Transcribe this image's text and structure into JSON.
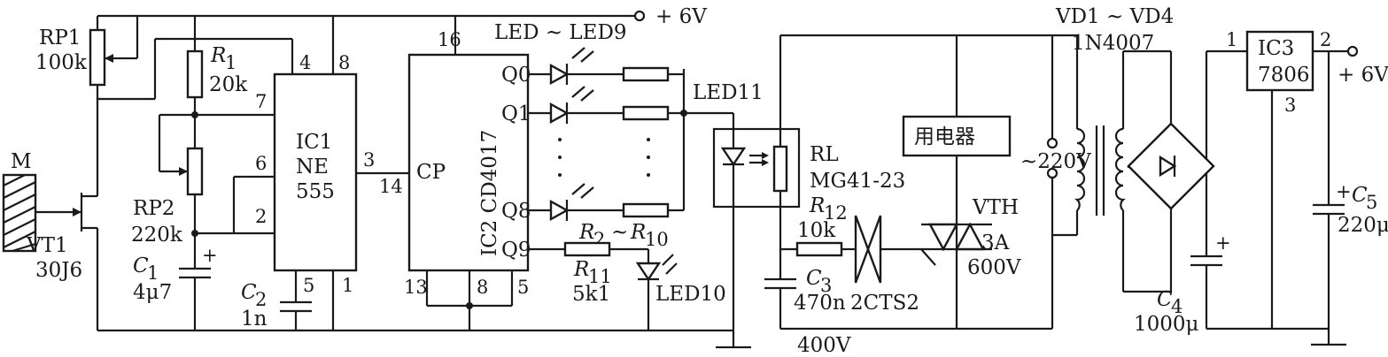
{
  "labels": {
    "supply_top": "+ 6V",
    "supply_right": "+ 6V",
    "m": "M",
    "vt1": "VT1",
    "vt1_type": "30J6",
    "rp1": "RP1",
    "rp1_val": "100k",
    "r1": "R",
    "r1_sub": "1",
    "r1_val": "20k",
    "rp2": "RP2",
    "rp2_val": "220k",
    "c1": "C",
    "c1_sub": "1",
    "c1_val": "4μ7",
    "c2": "C",
    "c2_sub": "2",
    "c2_val": "1n",
    "ic1_a": "IC1",
    "ic1_b": "NE",
    "ic1_c": "555",
    "pin_4": "4",
    "pin_8": "8",
    "pin_7": "7",
    "pin_6": "6",
    "pin_2": "2",
    "pin_3": "3",
    "pin_5": "5",
    "pin_1": "1",
    "ic2": "IC2 CD4017",
    "pin_16": "16",
    "pin_14": "14",
    "pin_13": "13",
    "pin_8b": "8",
    "pin_5b": "5",
    "cp": "CP",
    "q0": "Q0",
    "q1": "Q1",
    "q8": "Q8",
    "q9": "Q9",
    "led_range": "LED ~ LED9",
    "r_range_a": "R",
    "r_range_a_sub": "2",
    "r_range_sep": "~",
    "r_range_b": "R",
    "r_range_b_sub": "10",
    "r11": "R",
    "r11_sub": "11",
    "r11_val": "5k1",
    "led10": "LED10",
    "led11": "LED11",
    "rl": "RL",
    "rl_type": "MG41-23",
    "r12": "R",
    "r12_sub": "12",
    "r12_val": "10k",
    "c3": "C",
    "c3_sub": "3",
    "c3_val": "470n",
    "c3_volt": "400V",
    "diac": "2CTS2",
    "load": "用电器",
    "vth": "VTH",
    "vth_i": "3A",
    "vth_v": "600V",
    "ac": "~220V",
    "vd": "VD1 ~ VD4",
    "vd_type": "1N4007",
    "c4": "C",
    "c4_sub": "4",
    "c4_val": "1000μ",
    "ic3_a": "IC3",
    "ic3_b": "7806",
    "ic3_pin1": "1",
    "ic3_pin2": "2",
    "ic3_pin3": "3",
    "c5": "C",
    "c5_sub": "5",
    "c5_val": "220μ",
    "plus": "+"
  }
}
